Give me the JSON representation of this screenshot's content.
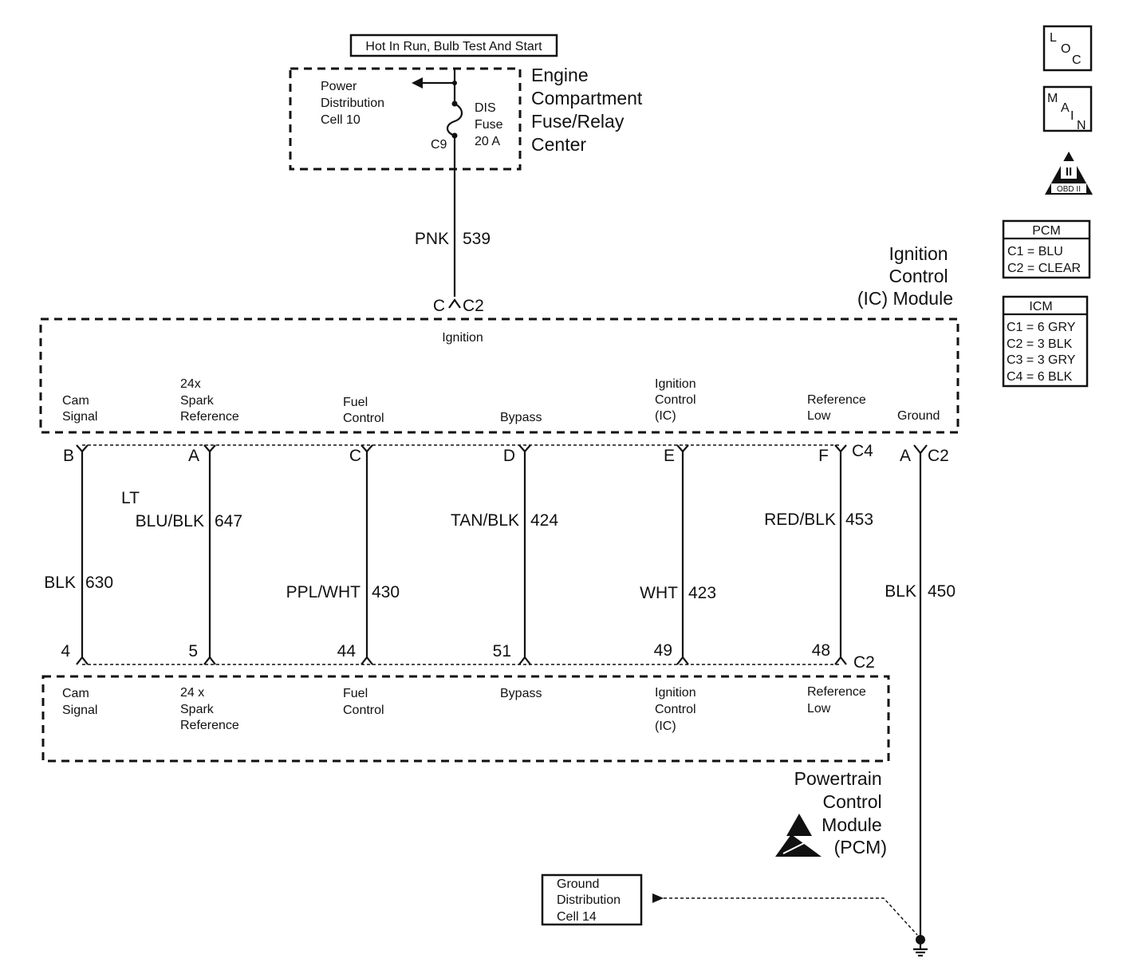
{
  "supply": {
    "label": "Hot In Run, Bulb Test And Start"
  },
  "fuse_center": {
    "title_lines": [
      "Engine",
      "Compartment",
      "Fuse/Relay",
      "Center"
    ],
    "power_dist_lines": [
      "Power",
      "Distribution",
      "Cell 10"
    ],
    "fuse_lines": [
      "DIS",
      "Fuse",
      "20 A"
    ],
    "connector": "C9"
  },
  "feed_wire": {
    "color": "PNK",
    "circuit": "539"
  },
  "icm_connector_top": {
    "pin": "C",
    "connector": "C2"
  },
  "icm": {
    "title_lines": [
      "Ignition",
      "Control",
      "(IC) Module"
    ],
    "ignition_label": "Ignition",
    "terminals": [
      {
        "lines": [
          "Cam",
          "Signal"
        ]
      },
      {
        "lines": [
          "24x",
          "Spark",
          "Reference"
        ]
      },
      {
        "lines": [
          "Fuel",
          "Control"
        ]
      },
      {
        "lines": [
          "Bypass"
        ]
      },
      {
        "lines": [
          "Ignition",
          "Control",
          "(IC)"
        ]
      },
      {
        "lines": [
          "Reference",
          "Low"
        ]
      },
      {
        "lines": [
          "Ground"
        ]
      }
    ],
    "connector_c4": "C4",
    "connector_c2": "C2"
  },
  "wires": [
    {
      "icm_pin": "B",
      "color_lines": [
        "BLK"
      ],
      "circuit": "630",
      "pcm_pin": "4"
    },
    {
      "icm_pin": "A",
      "color_lines": [
        "LT",
        "BLU/BLK"
      ],
      "circuit": "647",
      "pcm_pin": "5"
    },
    {
      "icm_pin": "C",
      "color_lines": [
        "PPL/WHT"
      ],
      "circuit": "430",
      "pcm_pin": "44"
    },
    {
      "icm_pin": "D",
      "color_lines": [
        "TAN/BLK"
      ],
      "circuit": "424",
      "pcm_pin": "51"
    },
    {
      "icm_pin": "E",
      "color_lines": [
        "WHT"
      ],
      "circuit": "423",
      "pcm_pin": "49"
    },
    {
      "icm_pin": "F",
      "color_lines": [
        "RED/BLK"
      ],
      "circuit": "453",
      "pcm_pin": "48"
    }
  ],
  "ground_wire": {
    "icm_pin": "A",
    "color": "BLK",
    "circuit": "450"
  },
  "pcm": {
    "title_lines": [
      "Powertrain",
      "Control",
      "Module",
      "(PCM)"
    ],
    "connector": "C2",
    "terminals": [
      {
        "lines": [
          "Cam",
          "Signal"
        ]
      },
      {
        "lines": [
          "24 x",
          "Spark",
          "Reference"
        ]
      },
      {
        "lines": [
          "Fuel",
          "Control"
        ]
      },
      {
        "lines": [
          "Bypass"
        ]
      },
      {
        "lines": [
          "Ignition",
          "Control",
          "(IC)"
        ]
      },
      {
        "lines": [
          "Reference",
          "Low"
        ]
      }
    ]
  },
  "ground_dist": {
    "lines": [
      "Ground",
      "Distribution",
      "Cell 14"
    ]
  },
  "side_icons": {
    "loc": [
      "L",
      "O",
      "C"
    ],
    "main": [
      "M",
      "A",
      "I",
      "N"
    ],
    "obd_mark": "II",
    "obd_label": "OBD II"
  },
  "pcm_legend": {
    "title": "PCM",
    "rows": [
      "C1 = BLU",
      "C2 = CLEAR"
    ]
  },
  "icm_legend": {
    "title": "ICM",
    "rows": [
      "C1 = 6 GRY",
      "C2 = 3 BLK",
      "C3 = 3 GRY",
      "C4 = 6 BLK"
    ]
  }
}
